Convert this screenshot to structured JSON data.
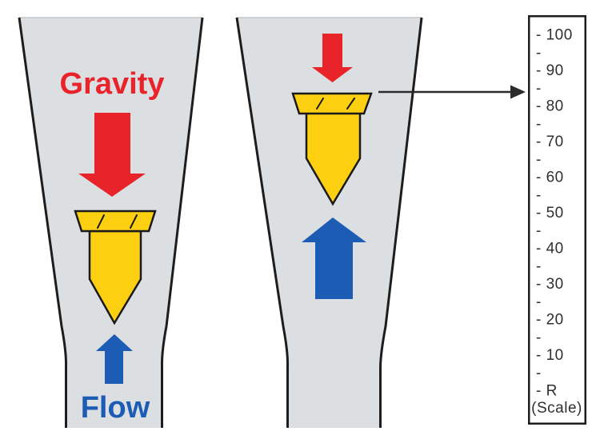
{
  "labels": {
    "gravity": "Gravity",
    "flow": "Flow"
  },
  "scale": {
    "entries": [
      "- 100",
      "-",
      "- 90",
      "-",
      "- 80",
      "-",
      "- 70",
      "-",
      "- 60",
      "-",
      "- 50",
      "-",
      "- 40",
      "-",
      "- 30",
      "-",
      "- 20",
      "-",
      "- 10",
      "-",
      "- R"
    ],
    "caption": "(Scale)"
  },
  "colors": {
    "red": "#e8232a",
    "blue": "#1d5cb4",
    "yellow": "#fcd011",
    "tube_fill": "#dcdfe1",
    "outline": "#1d1d1d",
    "scale_text": "#2f2f2f",
    "background": "#ffffff"
  }
}
